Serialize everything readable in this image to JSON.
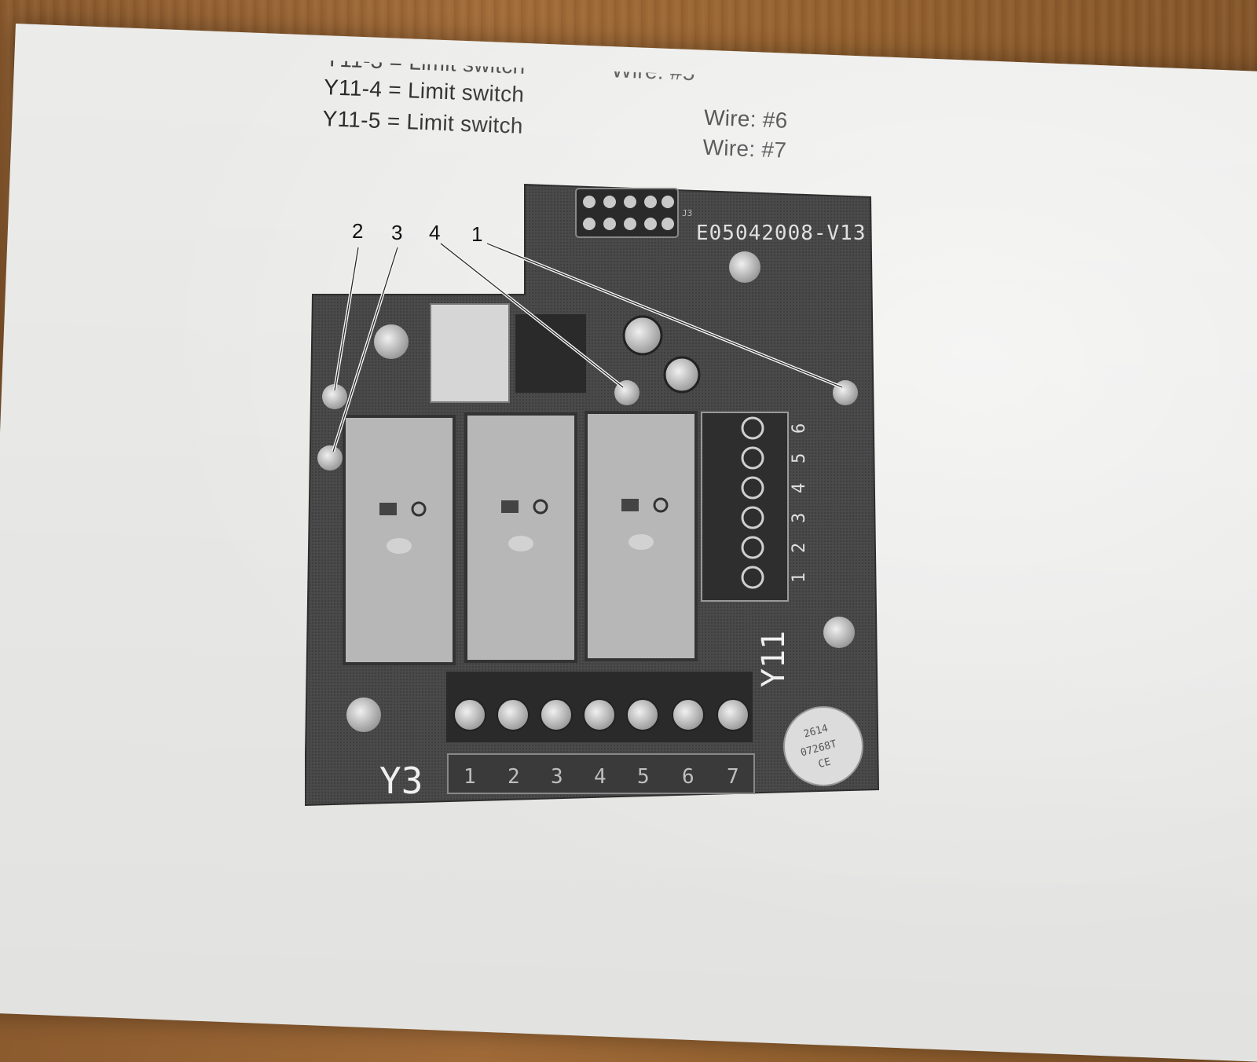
{
  "document": {
    "cut_line_left": "Y11-3 = Limit switch",
    "cut_line_right": "Wire: #5",
    "lines_left": [
      "Y11-4 = Limit switch",
      "Y11-5 = Limit switch"
    ],
    "lines_right": [
      "Wire: #6",
      "Wire: #7"
    ]
  },
  "board": {
    "part_number": "E05042008-V13",
    "connector_y11_label": "Y11",
    "connector_y3_label": "Y3",
    "y11_pins": [
      "1",
      "2",
      "3",
      "4",
      "5",
      "6"
    ],
    "y3_pins": [
      "1",
      "2",
      "3",
      "4",
      "5",
      "6",
      "7"
    ],
    "sticker_text": [
      "2614",
      "07268T",
      "CE"
    ],
    "silk_j3": "J3"
  },
  "callouts": [
    "2",
    "3",
    "4",
    "1"
  ]
}
